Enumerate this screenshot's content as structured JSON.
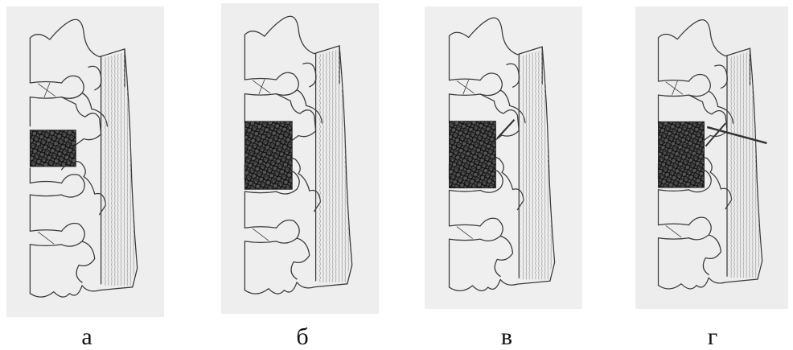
{
  "figure": {
    "panels": [
      {
        "id": "a",
        "caption": "а",
        "lesion": "small"
      },
      {
        "id": "b",
        "caption": "б",
        "lesion": "large"
      },
      {
        "id": "v",
        "caption": "в",
        "lesion": "large",
        "screw": "short"
      },
      {
        "id": "g",
        "caption": "г",
        "lesion": "large",
        "screw": "long"
      }
    ]
  },
  "colors": {
    "paper": "#efefef",
    "ink": "#3a3a3a",
    "lesion": "#2b2b2b"
  }
}
